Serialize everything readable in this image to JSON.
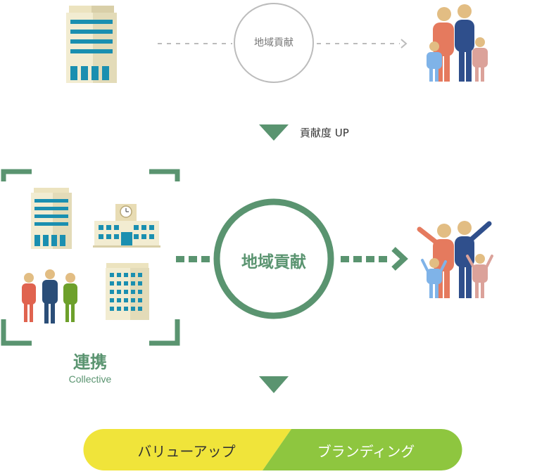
{
  "top": {
    "circle_label": "地域貢献"
  },
  "arrow1": {
    "label": "貢献度 UP"
  },
  "middle": {
    "circle_label": "地域貢献",
    "collective_title": "連携",
    "collective_subtitle": "Collective"
  },
  "bottom": {
    "left_label": "バリューアップ",
    "right_label": "ブランディング"
  },
  "colors": {
    "green": "#5a9470",
    "light_green_pill": "#8ec63f",
    "yellow_pill": "#f0e43a",
    "gray_circle": "#bcbcbc",
    "gray_dash": "#bcbcbc"
  },
  "icons": [
    "office-building-icon",
    "family-icon",
    "school-icon",
    "business-people-icon",
    "apartment-icon",
    "family-cheering-icon"
  ]
}
